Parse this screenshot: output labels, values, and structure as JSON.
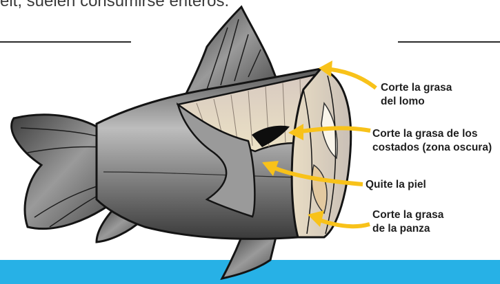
{
  "header": {
    "partial_text": "eit, suelen consumirse enteros."
  },
  "labels": {
    "lomo": "Corte la grasa\ndel lomo",
    "costados": "Corte la grasa de los\ncostados (zona oscura)",
    "piel": "Quite la piel",
    "panza": "Corte la grasa\nde la panza"
  },
  "colors": {
    "arrow": "#f8c21a",
    "band": "#27b1e6",
    "outline": "#141414"
  }
}
